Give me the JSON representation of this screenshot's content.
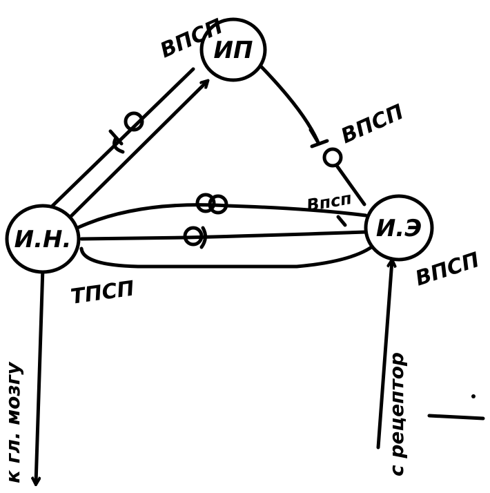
{
  "diagram": {
    "nodes": {
      "ip": "ИП",
      "in": "И.Н.",
      "ie": "И.Э"
    },
    "edge_labels": {
      "vpsp_top": "ВПСП",
      "vpsp_right": "ВПСП",
      "vpsp_middle": "Впсп",
      "vpsp_ie": "ВПСП",
      "tpsp": "ТПСП"
    },
    "side_labels": {
      "to_brain": "к гл. мозгу",
      "from_receptors": "с рецептор"
    },
    "colors": {
      "ink": "#000000",
      "paper": "#ffffff"
    }
  }
}
